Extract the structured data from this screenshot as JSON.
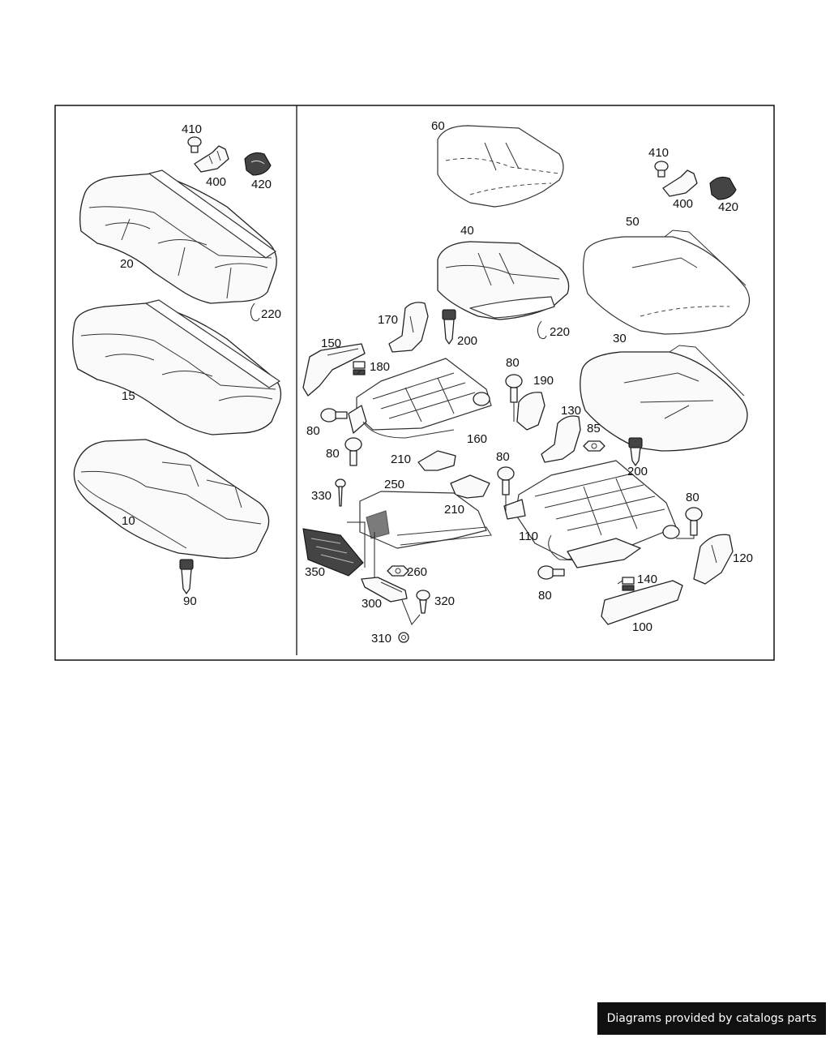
{
  "footer": {
    "credit": "Diagrams provided by catalogs parts"
  },
  "callouts": {
    "c410a": "410",
    "c400a": "400",
    "c420a": "420",
    "c20": "20",
    "c220a": "220",
    "c15": "15",
    "c10": "10",
    "c90": "90",
    "c60": "60",
    "c410b": "410",
    "c400b": "400",
    "c420b": "420",
    "c40": "40",
    "c50": "50",
    "c170": "170",
    "c200a": "200",
    "c220b": "220",
    "c150": "150",
    "c180": "180",
    "c80a": "80",
    "c190": "190",
    "c30": "30",
    "c80b": "80",
    "c160": "160",
    "c80c": "80",
    "c130": "130",
    "c85": "85",
    "c210a": "210",
    "c80d": "80",
    "c200b": "200",
    "c330": "330",
    "c250": "250",
    "c210b": "210",
    "c80e": "80",
    "c110": "110",
    "c350": "350",
    "c260": "260",
    "c120": "120",
    "c300": "300",
    "c320": "320",
    "c80f": "80",
    "c140": "140",
    "c100": "100",
    "c310": "310"
  }
}
